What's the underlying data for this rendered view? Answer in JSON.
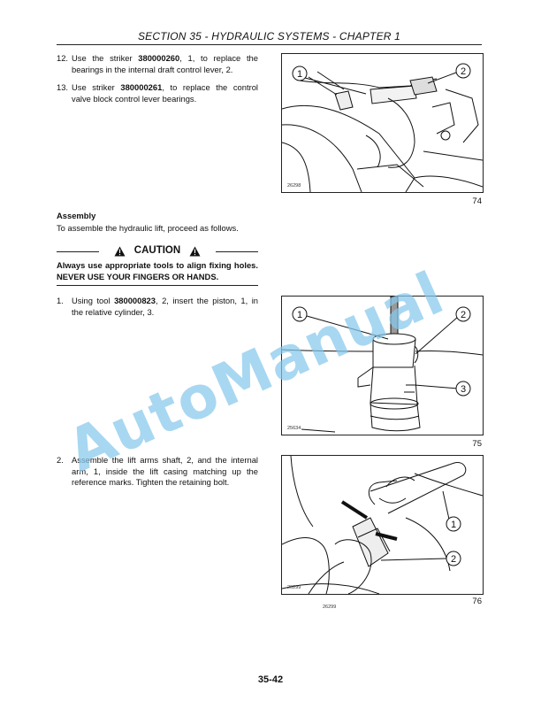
{
  "header": {
    "title": "SECTION 35 - HYDRAULIC SYSTEMS - CHAPTER 1"
  },
  "steps_top": [
    {
      "num": "12.",
      "pre": "Use the striker ",
      "part": "380000260",
      "post": ", 1, to replace the bearings in the internal draft control lever, 2."
    },
    {
      "num": "13.",
      "pre": "Use striker ",
      "part": "380000261",
      "post": ", to replace the control valve block control lever bearings."
    }
  ],
  "assembly": {
    "heading": "Assembly",
    "intro": "To assemble the hydraulic lift, proceed as follows."
  },
  "caution": {
    "label": "CAUTION",
    "text": "Always use appropriate tools to align fixing holes. NEVER USE YOUR FINGERS OR HANDS."
  },
  "steps_assembly": [
    {
      "num": "1.",
      "pre": "Using tool ",
      "part": "380000823",
      "post": ", 2, insert the piston, 1, in the relative cylinder, 3."
    },
    {
      "num": "2.",
      "pre": "",
      "part": "",
      "post": "Assemble the lift arms shaft, 2, and the internal arm, 1, inside the lift casing matching up the reference marks. Tighten the retaining bolt."
    }
  ],
  "figures": [
    {
      "number": "74",
      "image_code": "26298",
      "callouts": [
        "1",
        "2"
      ]
    },
    {
      "number": "75",
      "image_code": "25634",
      "callouts": [
        "1",
        "2",
        "3"
      ]
    },
    {
      "number": "76",
      "image_code": "26299",
      "caption_code": "26299",
      "callouts": [
        "1",
        "2"
      ]
    }
  ],
  "watermark": "AutoManual",
  "page_number": "35-42"
}
